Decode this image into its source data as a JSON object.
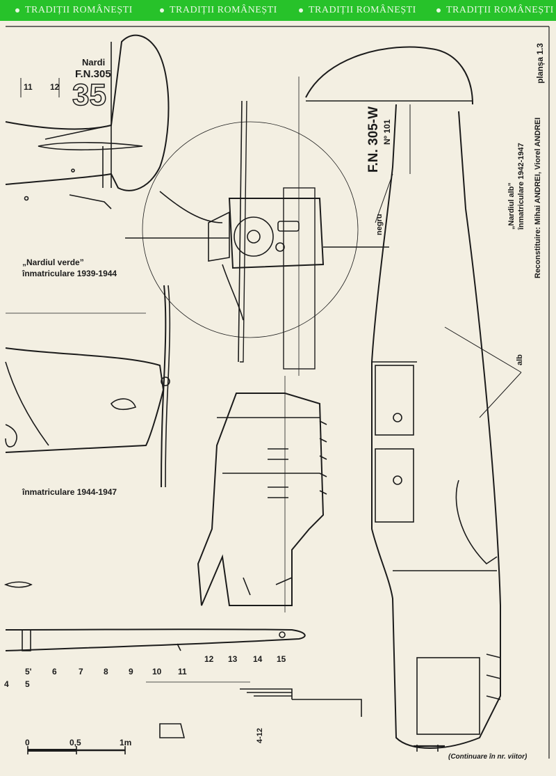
{
  "banner": {
    "items": [
      "TRADIȚII ROMÂNEȘTI",
      "TRADIȚII ROMÂNEȘTI",
      "TRADIȚII ROMÂNEȘTI",
      "TRADIȚII ROMÂNEȘTI"
    ]
  },
  "header": {
    "plate": "planșa 1.3",
    "credits": "Reconstituire: Mihai ANDREI, Viorel ANDREI",
    "version_white_line1": "„Nardiul alb”",
    "version_white_line2": "înmatriculare 1942-1947"
  },
  "tail_markings": {
    "name": "Nardi",
    "model": "F.N.305",
    "number": "35"
  },
  "fuselage_markings": {
    "model": "F.N. 305-W",
    "serial": "Nº 101"
  },
  "labels": {
    "green_version_line1": "„Nardiul verde”",
    "green_version_line2": "înmatriculare 1939-1944",
    "registration_1944": "înmatriculare 1944-1947",
    "color_black": "negru",
    "color_white": "alb",
    "continuation": "(Continuare în nr. viitor)",
    "section_range": "4-12"
  },
  "station_numbers": {
    "tail_view": [
      "11",
      "12"
    ],
    "wing_row": [
      "5'",
      "6",
      "7",
      "8",
      "9",
      "10",
      "11",
      "12",
      "13",
      "14",
      "15"
    ],
    "wing_low": [
      "4",
      "5"
    ]
  },
  "scale_bar": {
    "ticks": [
      "0",
      "0,5",
      "1m"
    ]
  },
  "colors": {
    "banner": "#27c22a",
    "paper": "#f3efe2",
    "ink": "#1b1b1b"
  }
}
